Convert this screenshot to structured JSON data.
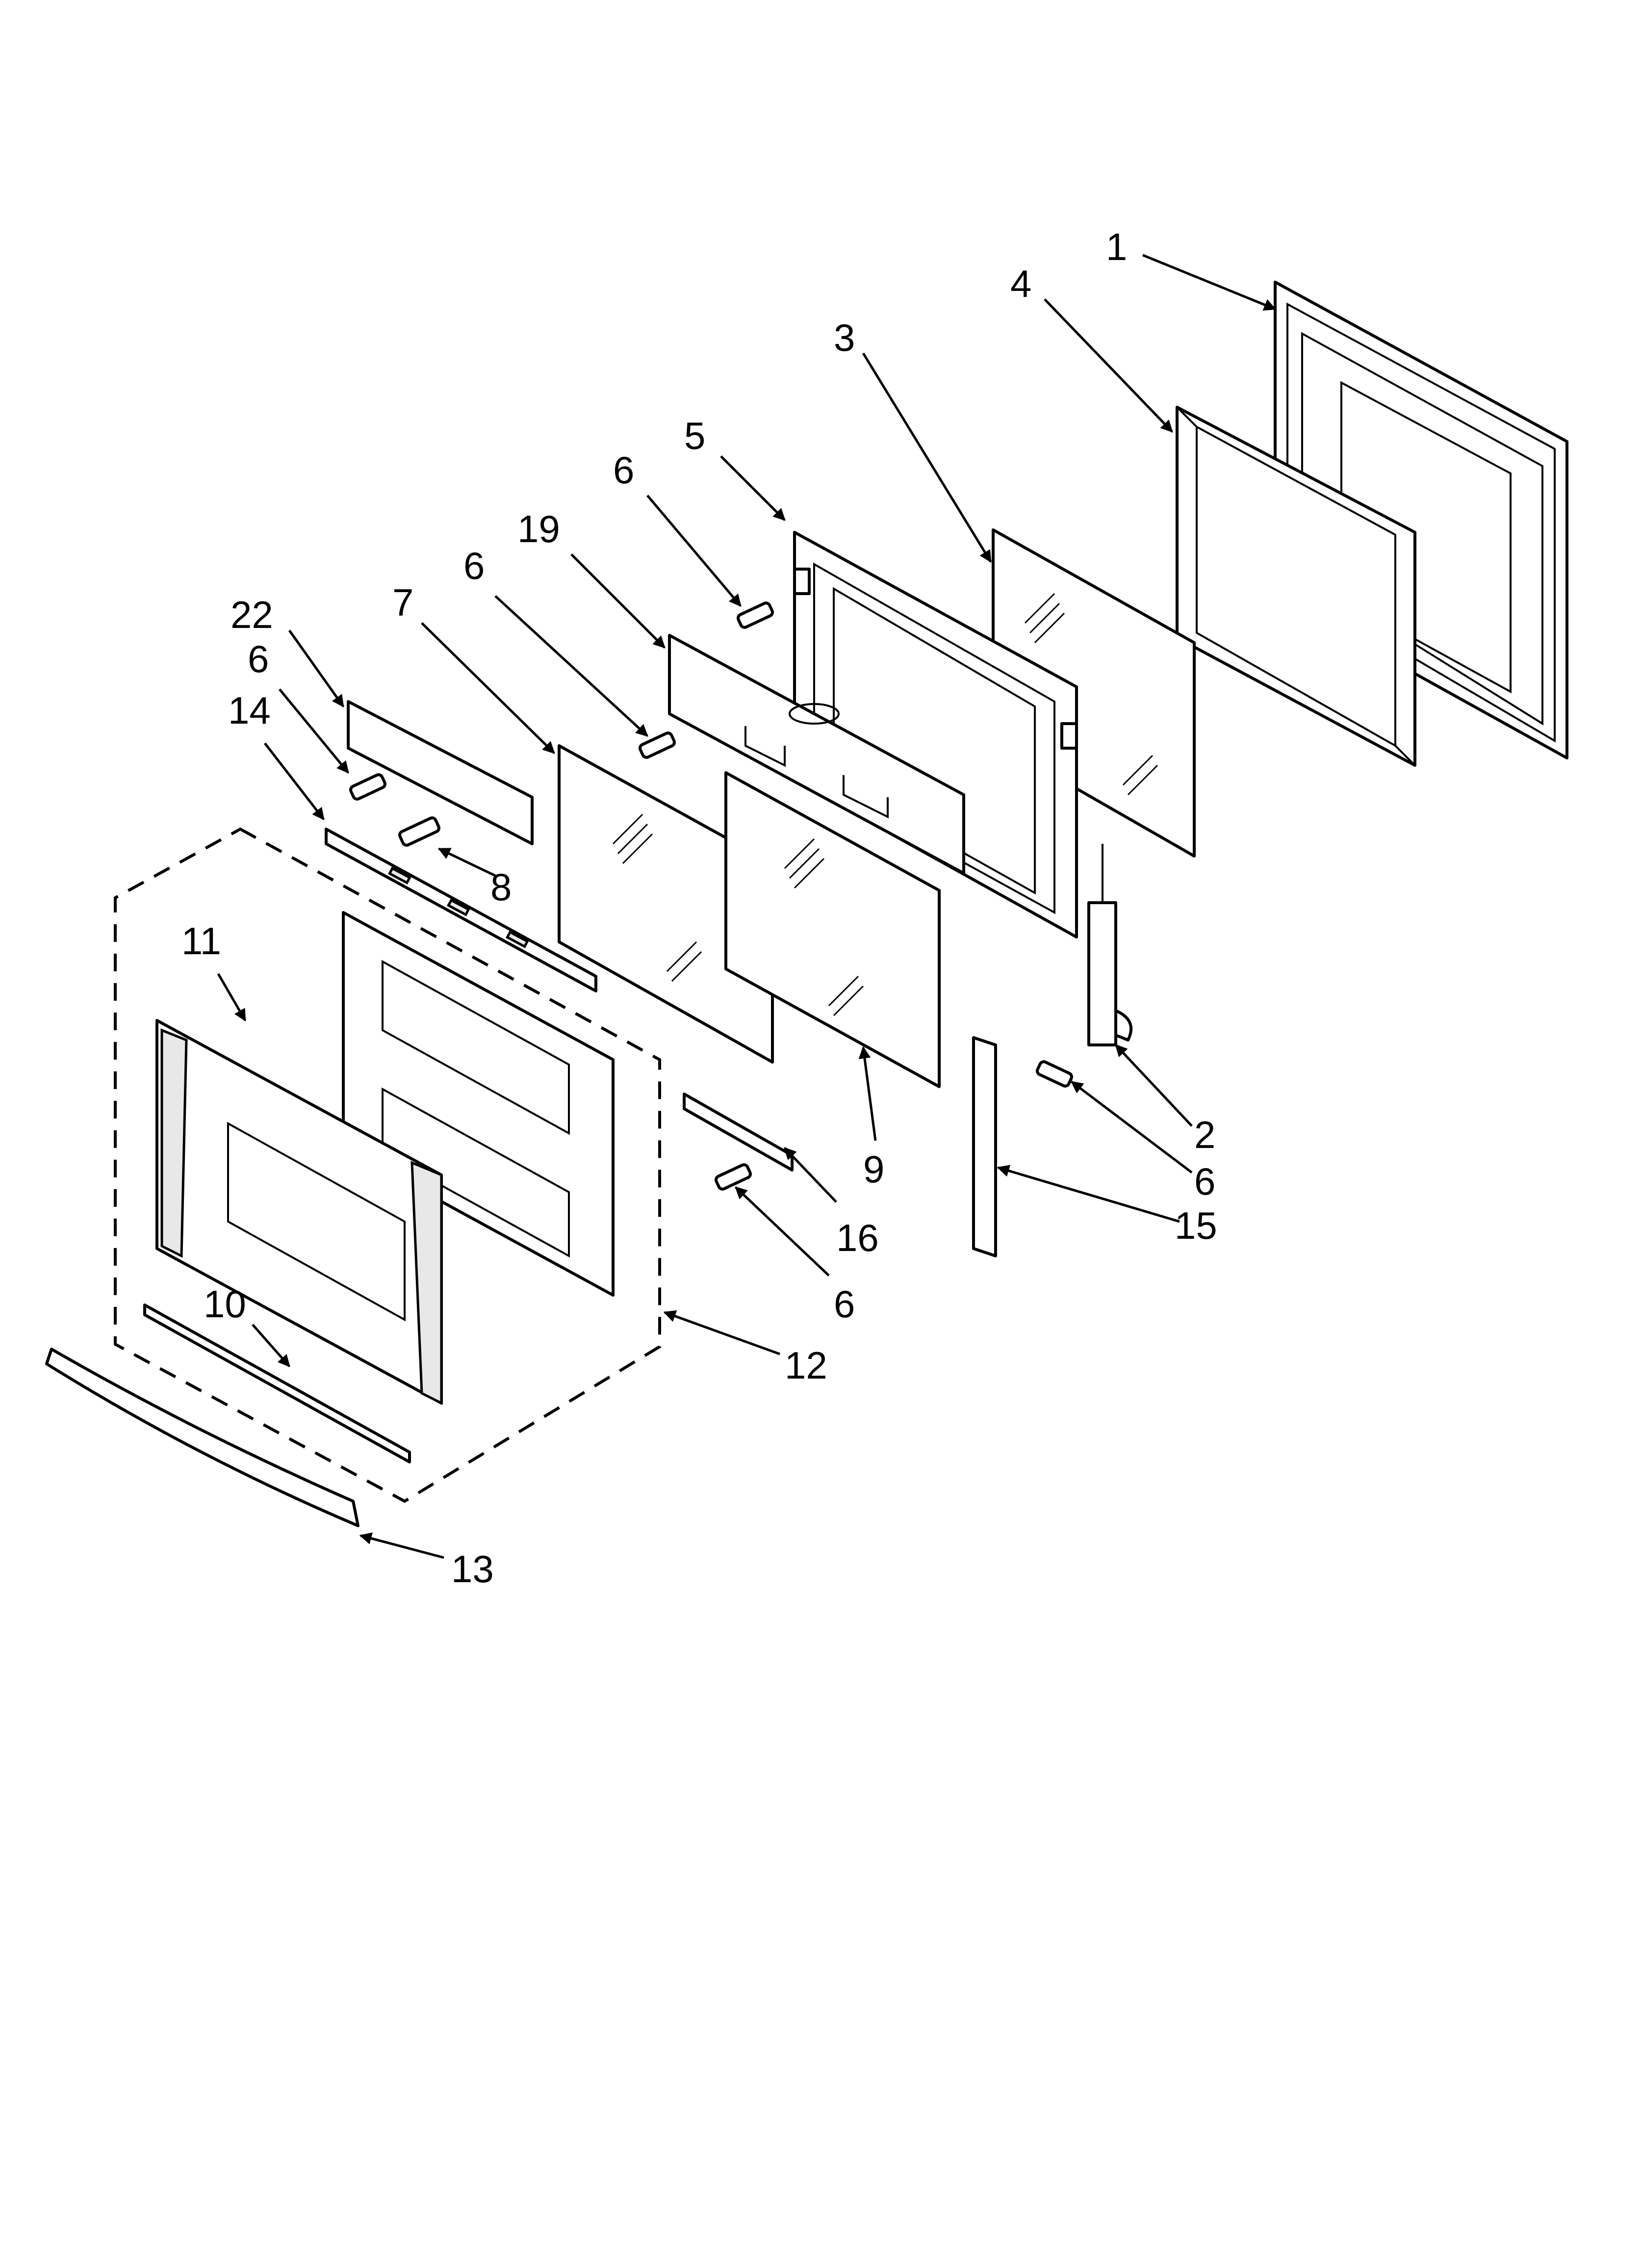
{
  "callouts": {
    "c1": "1",
    "c4": "4",
    "c3": "3",
    "c5": "5",
    "c6a": "6",
    "c19": "19",
    "c6b": "6",
    "c7": "7",
    "c22": "22",
    "c6c": "6",
    "c14": "14",
    "c8": "8",
    "c11": "11",
    "c2": "2",
    "c6d": "6",
    "c15": "15",
    "c9": "9",
    "c16": "16",
    "c6e": "6",
    "c10": "10",
    "c12": "12",
    "c13": "13"
  }
}
